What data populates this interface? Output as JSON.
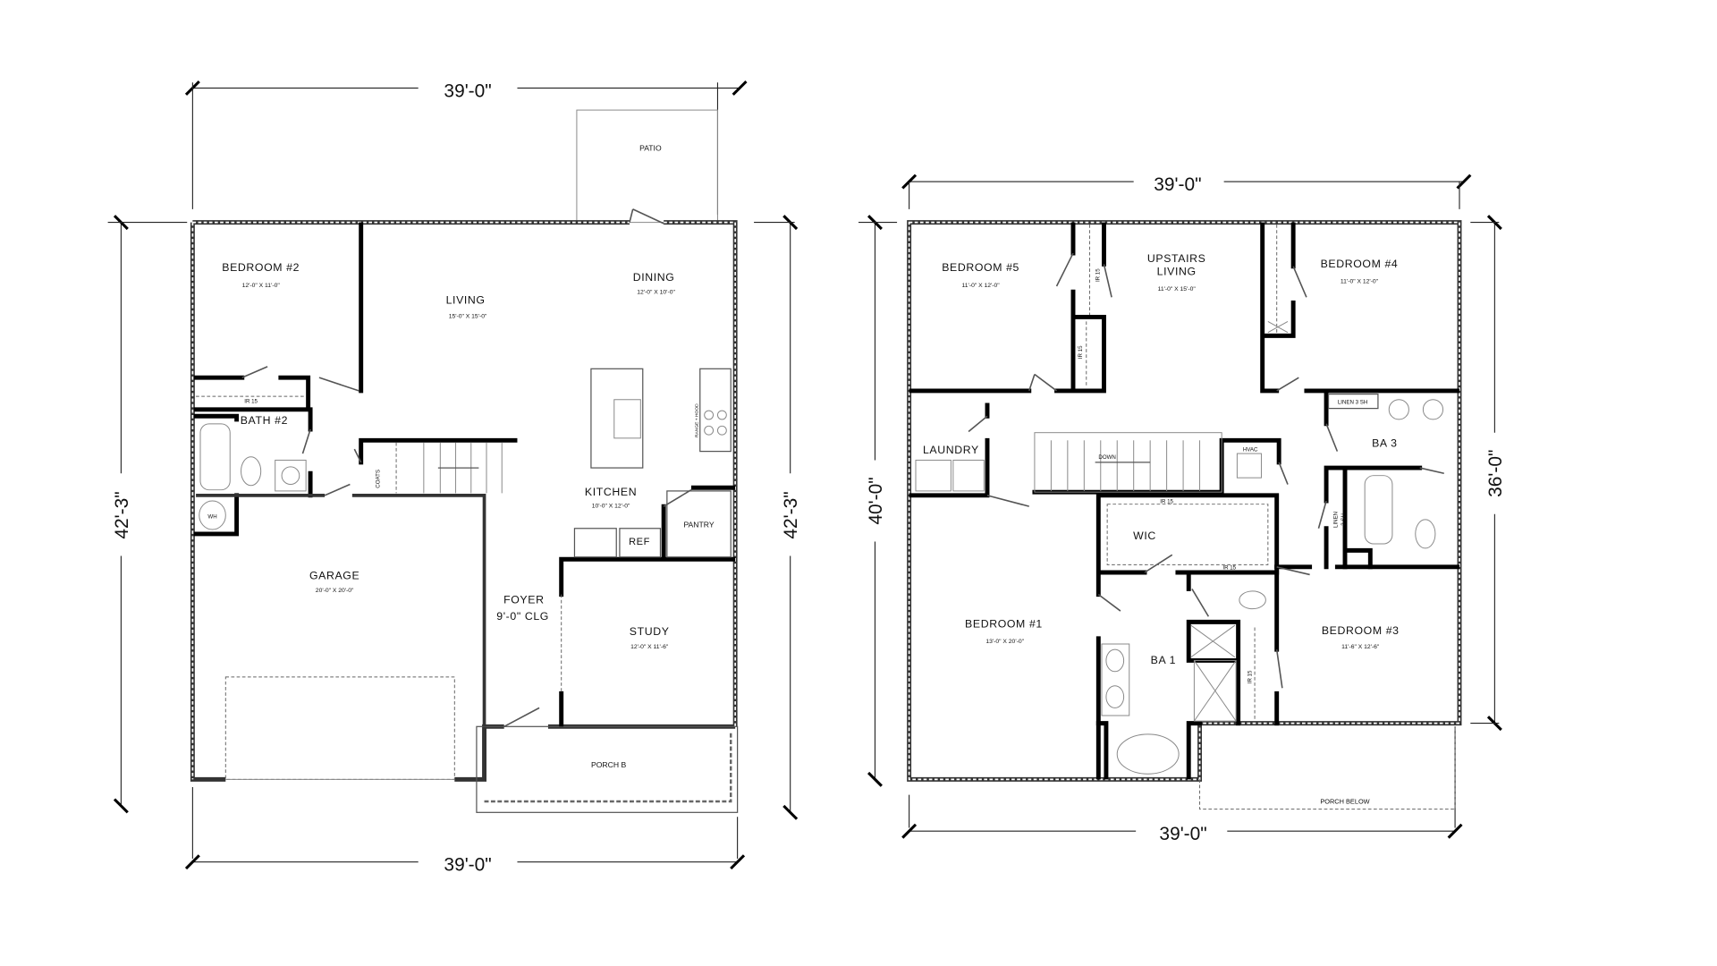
{
  "first_floor": {
    "dimensions": {
      "top": "39'-0\"",
      "bottom": "39'-0\"",
      "left": "42'-3\"",
      "right": "42'-3\""
    },
    "rooms": {
      "bedroom2": {
        "name": "BEDROOM #2",
        "size": "12'-0\" X 11'-0\""
      },
      "living": {
        "name": "LIVING",
        "size": "15'-0\" X 15'-0\""
      },
      "dining": {
        "name": "DINING",
        "size": "12'-0\" X 10'-0\""
      },
      "bath2": {
        "name": "BATH #2"
      },
      "kitchen": {
        "name": "KITCHEN",
        "size": "10'-0\" X 12'-0\""
      },
      "pantry": {
        "name": "PANTRY"
      },
      "ref": {
        "name": "REF"
      },
      "garage": {
        "name": "GARAGE",
        "size": "20'-0\" X 20'-0\""
      },
      "foyer": {
        "name": "FOYER",
        "size": "9'-0\" CLG"
      },
      "study": {
        "name": "STUDY",
        "size": "12'-0\" X 11'-6\""
      },
      "porch": {
        "name": "PORCH B"
      },
      "patio": {
        "name": "PATIO"
      }
    },
    "notes": {
      "coats": "COATS",
      "range": "RANGE + HOOD",
      "ir": "IR 15",
      "wh": "WH"
    }
  },
  "second_floor": {
    "dimensions": {
      "top": "39'-0\"",
      "bottom": "39'-0\"",
      "left": "40'-0\"",
      "right": "36'-0\""
    },
    "rooms": {
      "bedroom5": {
        "name": "BEDROOM #5",
        "size": "11'-0\" X 12'-0\""
      },
      "upstairs_living": {
        "name1": "UPSTAIRS",
        "name2": "LIVING",
        "size": "11'-0\" X 15'-0\""
      },
      "bedroom4": {
        "name": "BEDROOM #4",
        "size": "11'-0\" X 12'-0\""
      },
      "laundry": {
        "name": "LAUNDRY"
      },
      "ba3": {
        "name": "BA 3"
      },
      "wic": {
        "name": "WIC"
      },
      "bedroom1": {
        "name": "BEDROOM #1",
        "size": "13'-0\" X 20'-0\""
      },
      "ba1": {
        "name": "BA 1"
      },
      "bedroom3": {
        "name": "BEDROOM #3",
        "size": "11'-6\" X 12'-6\""
      },
      "porch_below": {
        "name": "PORCH BELOW"
      }
    },
    "notes": {
      "hvac": "HVAC",
      "down": "DOWN",
      "linen": "LINEN 3 SH",
      "linen_a": "LINEN",
      "linen_b": "3 SH",
      "ir": "IR 15"
    }
  }
}
